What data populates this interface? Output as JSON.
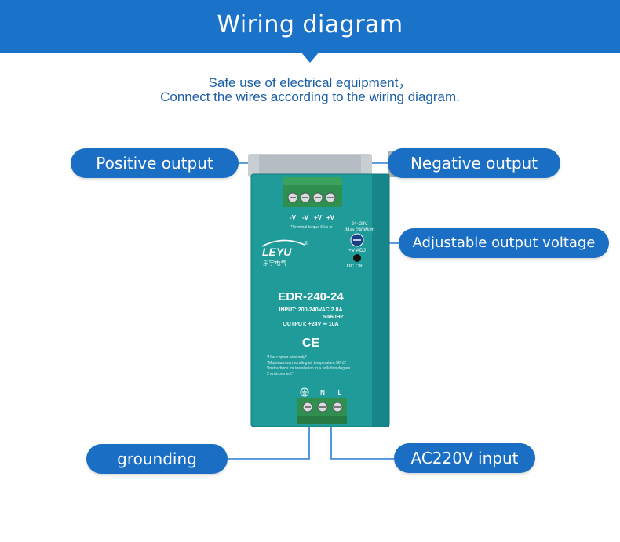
{
  "header": {
    "title": "Wiring diagram"
  },
  "intro": {
    "line1": "Safe use of electrical equipment，",
    "line2": "Connect the wires according to the wiring diagram."
  },
  "labels": {
    "positive_output": "Positive output",
    "negative_output": "Negative output",
    "adjustable_voltage": "Adjustable output voltage",
    "grounding": "grounding",
    "ac_input": "AC220V input"
  },
  "device": {
    "output_terminals": [
      "-V",
      "-V",
      "+V",
      "+V"
    ],
    "torque_note": "*Terminal torque 6 Lb-in",
    "voltage_range": "24~28V",
    "max_power": "(Max.240Watt)",
    "adj_label": "+V ADJ",
    "dc_ok": "DC OK",
    "brand": "LEYU",
    "brand_cn": "乐宇电气",
    "model": "EDR-240-24",
    "input_spec": "INPUT: 200-240VAC  2.8A",
    "frequency": "50/60HZ",
    "output_spec": "OUTPUT:  +24V ⎓ 10A",
    "ce_mark": "CE",
    "notes": [
      "*Use copper wire only*",
      "*Maximum surrounding air temperature:50℃*",
      "*Instructions for installation in a pollution degree",
      "2 environment*"
    ],
    "input_terminals": [
      "N",
      "L"
    ]
  },
  "colors": {
    "banner": "#1b73c9",
    "pill": "#1a6fc4",
    "leader_line": "#2a7fd0",
    "body": "#1f9b9a",
    "terminal": "#2f8f4f"
  }
}
